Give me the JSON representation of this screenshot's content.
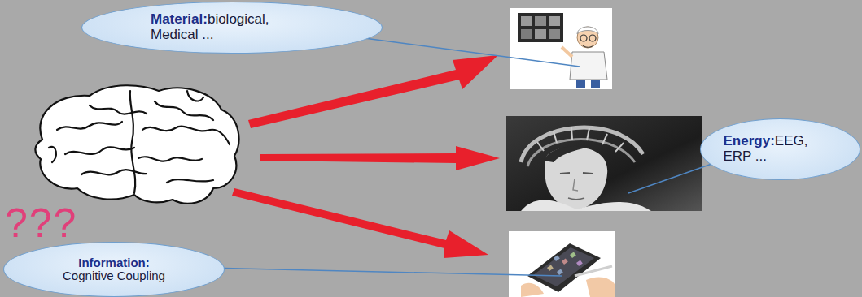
{
  "diagram": {
    "nodes": [
      {
        "text": [
          "Material:",
          "biological, Medical ..."
        ]
      },
      {
        "text": [
          "Energy:",
          "EEG, ERP ..."
        ]
      },
      {
        "text": [
          "Information:",
          "Cognitive Coupling"
        ]
      }
    ],
    "labels": [
      "???"
    ]
  }
}
